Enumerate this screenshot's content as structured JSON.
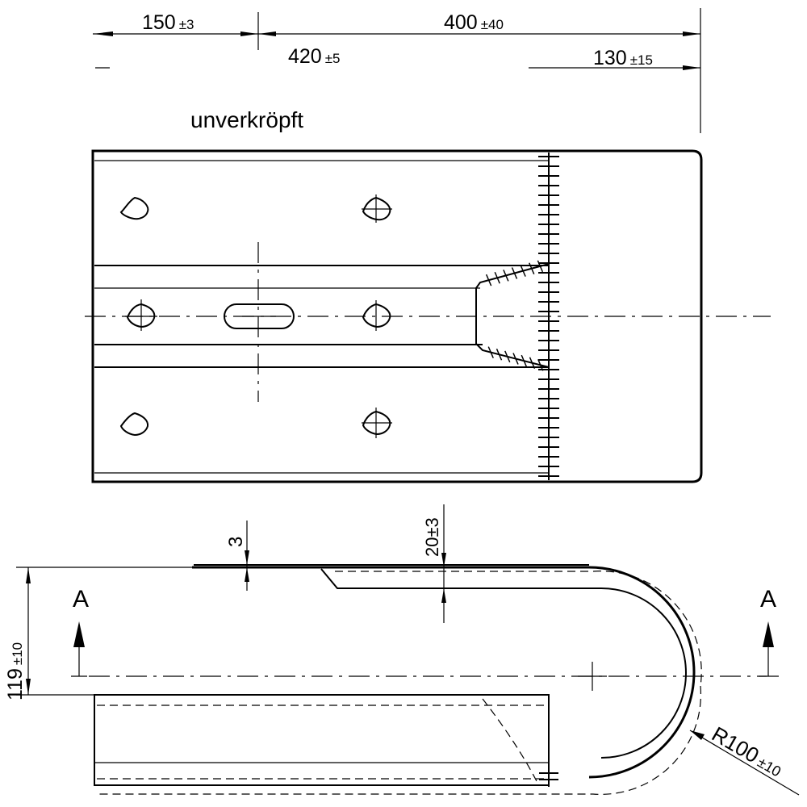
{
  "dimensions": {
    "d150": {
      "value": "150",
      "tol": "±3"
    },
    "d400": {
      "value": "400",
      "tol": "±40"
    },
    "d420": {
      "value": "420",
      "tol": "±5"
    },
    "d130": {
      "value": "130",
      "tol": "±15"
    },
    "d3": {
      "value": "3"
    },
    "d20": {
      "value": "20±3"
    },
    "d119": {
      "value": "119",
      "tol": "±10"
    },
    "r100": {
      "value": "R100",
      "tol": "±10"
    }
  },
  "labels": {
    "variant": "unverkröpft",
    "section_left": "A",
    "section_right": "A"
  }
}
